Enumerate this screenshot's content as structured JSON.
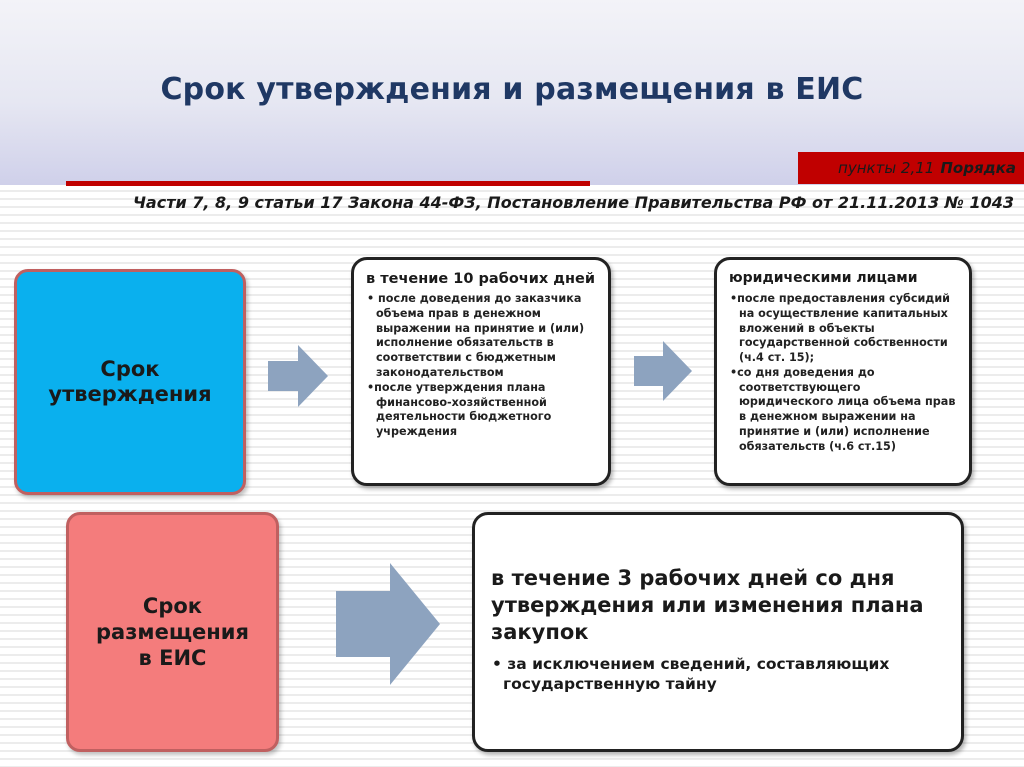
{
  "title": "Срок утверждения и размещения в ЕИС",
  "tag": {
    "prefix": "пункты  2,11",
    "strong": "Порядка"
  },
  "subtitle": "Части 7, 8, 9 статьи  17  Закона 44-ФЗ, Постановление Правительства РФ от 21.11.2013 № 1043",
  "approval": {
    "label_line1": "Срок",
    "label_line2": "утверждения",
    "box1": {
      "heading": "в течение 10  рабочих дней",
      "items": [
        "• после доведения до заказчика объема прав в денежном выражении на принятие и (или) исполнение обязательств в соответствии с бюджетным законодательством",
        "•после утверждения плана финансово-хозяйственной деятельности бюджетного учреждения"
      ]
    },
    "box2": {
      "heading": "юридическими лицами",
      "items": [
        "•после предоставления субсидий  на осуществление капитальных вложений в объекты государственной собственности (ч.4 ст. 15);",
        "•со дня доведения до соответствующего юридического лица объема прав в денежном выражении на принятие и (или) исполнение обязательств (ч.6 ст.15)"
      ]
    }
  },
  "placement": {
    "label_line1": "Срок",
    "label_line2": "размещения",
    "label_line3": "в ЕИС",
    "box": {
      "heading": "в течение 3 рабочих дней со дня утверждения или изменения плана закупок",
      "item": "• за исключением сведений, составляющих государственную тайну"
    }
  },
  "colors": {
    "title": "#1f3864",
    "accent_red": "#c00000",
    "approval_box": "#0ab0ee",
    "placement_box": "#f47c7c",
    "arrow": "#8da3bf"
  }
}
